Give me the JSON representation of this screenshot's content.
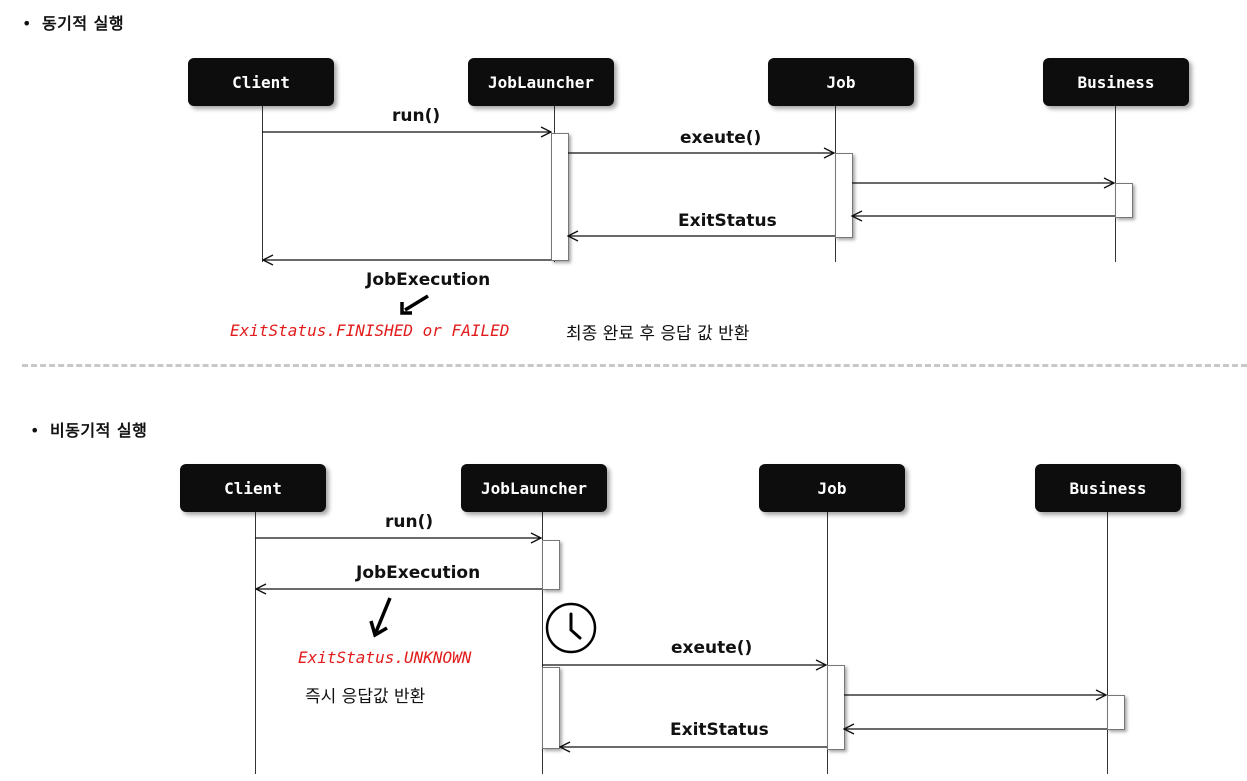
{
  "sync": {
    "title": "동기적 실행",
    "actors": {
      "client": "Client",
      "launcher": "JobLauncher",
      "job": "Job",
      "business": "Business"
    },
    "messages": {
      "run": "run()",
      "execute": "exeute()",
      "exit_status": "ExitStatus",
      "job_execution": "JobExecution"
    },
    "result_status": "ExitStatus.FINISHED or FAILED",
    "result_note": "최종 완료 후 응답 값 반환"
  },
  "async": {
    "title": "비동기적 실행",
    "actors": {
      "client": "Client",
      "launcher": "JobLauncher",
      "job": "Job",
      "business": "Business"
    },
    "messages": {
      "run": "run()",
      "job_execution": "JobExecution",
      "execute": "exeute()",
      "exit_status": "ExitStatus"
    },
    "result_status": "ExitStatus.UNKNOWN",
    "result_note": "즉시 응답값 반환"
  },
  "bullet": "•",
  "icons": {
    "clock": "clock-icon",
    "result_arrow": "arrow-down-left-icon"
  }
}
